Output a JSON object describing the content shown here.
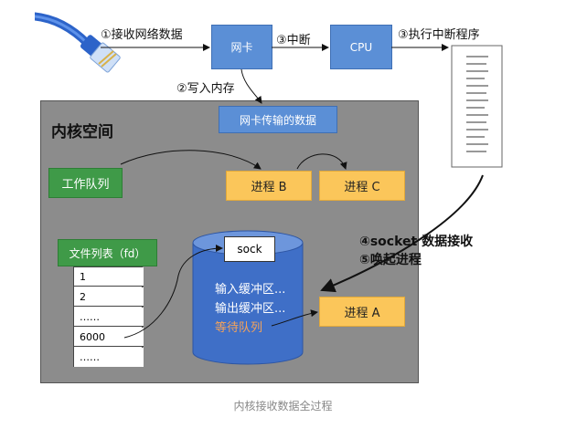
{
  "labels": {
    "step1_receive": "①接收网络数据",
    "step3_interrupt": "③中断",
    "step3_exec": "③执行中断程序",
    "step2_write": "②写入内存",
    "step4_socket": "④socket 数据接收",
    "step5_wake": "⑤唤起进程"
  },
  "nodes": {
    "nic": "网卡",
    "cpu": "CPU",
    "nic_data": "网卡传输的数据",
    "kernel_space": "内核空间",
    "work_queue": "工作队列",
    "process_b": "进程 B",
    "process_c": "进程 C",
    "process_a": "进程 A",
    "file_list": "文件列表（fd）",
    "sock": "sock",
    "input_buffer": "输入缓冲区...",
    "output_buffer": "输出缓冲区...",
    "wait_queue": "等待队列"
  },
  "fd_rows": [
    "1",
    "2",
    "……",
    "6000",
    "……"
  ],
  "caption": "内核接收数据全过程",
  "colors": {
    "blue_box": "#5b8fd6",
    "orange_box": "#fbc65a",
    "green_box": "#3f9a48",
    "kernel_bg": "#8c8c8c",
    "cylinder": "#3f6fc7",
    "wait_queue_text": "#f5a35a"
  }
}
